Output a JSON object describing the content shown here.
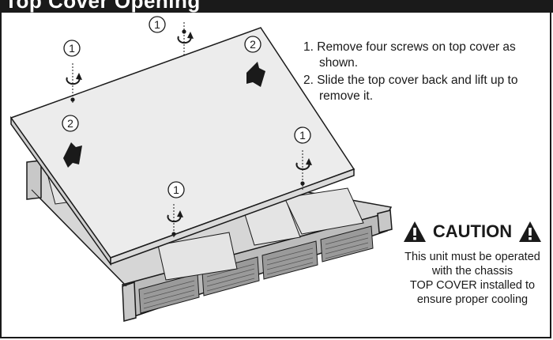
{
  "header": {
    "title": "Top Cover Opening"
  },
  "callouts": [
    {
      "id": "c1",
      "label": "1"
    },
    {
      "id": "c2",
      "label": "1"
    },
    {
      "id": "c3",
      "label": "1"
    },
    {
      "id": "c4",
      "label": "1"
    },
    {
      "id": "c5",
      "label": "2"
    },
    {
      "id": "c6",
      "label": "2"
    }
  ],
  "instructions": [
    {
      "num": "1.",
      "text": "Remove four screws on top cover as shown."
    },
    {
      "num": "2.",
      "text": "Slide the top cover back and lift up to remove it."
    }
  ],
  "caution": {
    "title": "CAUTION",
    "lines": [
      "This unit must be operated",
      "with the chassis",
      "TOP COVER installed to",
      "ensure proper cooling"
    ]
  },
  "colors": {
    "ink": "#1a1a1a",
    "cover": "#ececec",
    "chassis": "#d6d6d6"
  }
}
